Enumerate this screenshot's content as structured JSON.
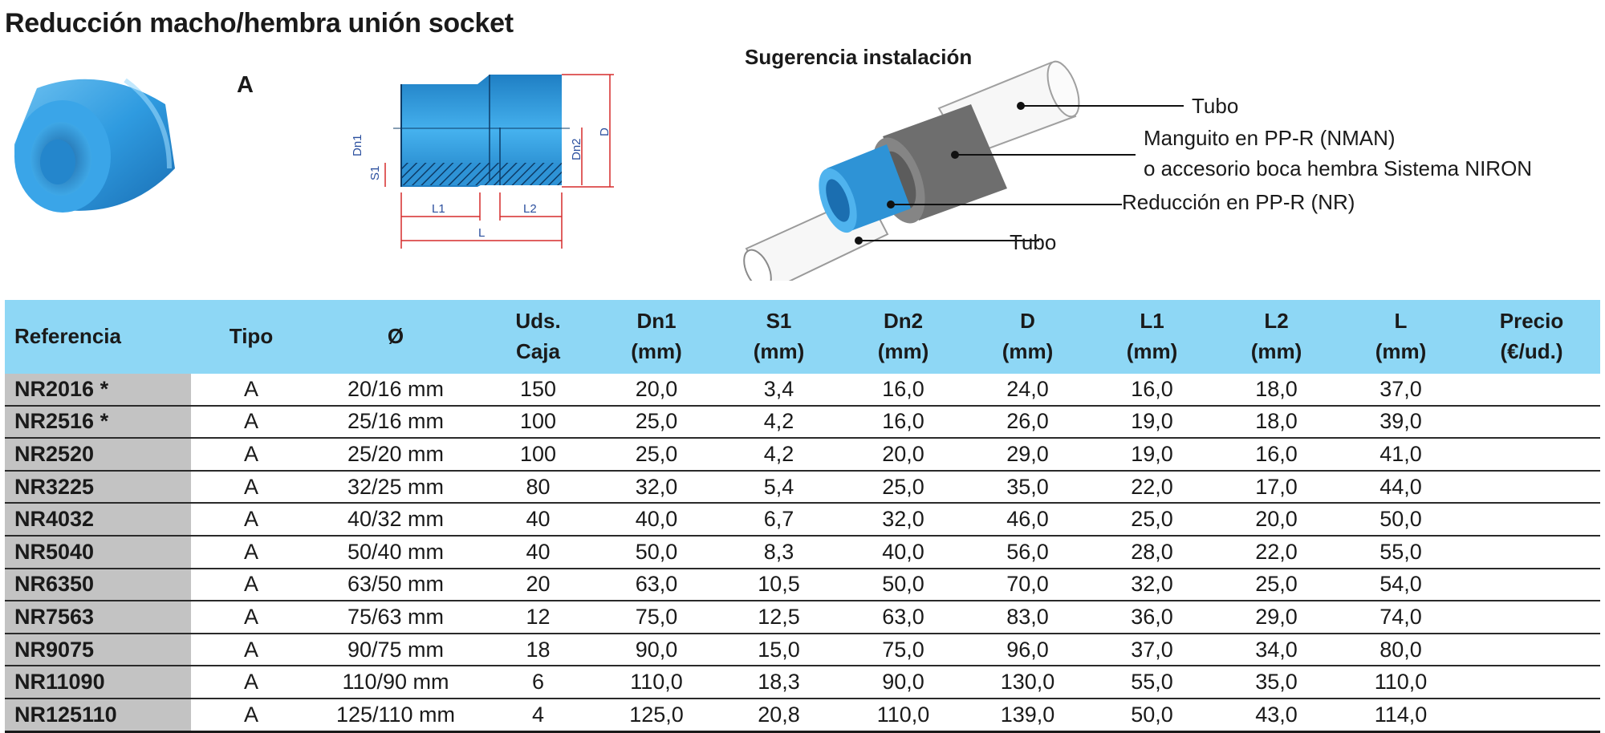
{
  "title": "Reducción macho/hembra unión socket",
  "type_label": "A",
  "drawing_labels": {
    "dn1": "Dn1",
    "s1": "S1",
    "dn2": "Dn2",
    "d": "D",
    "l1": "L1",
    "l2": "L2",
    "l": "L"
  },
  "installation": {
    "title": "Sugerencia instalación",
    "callouts": {
      "tubo_top": "Tubo",
      "manguito_line1": "Manguito en PP-R (NMAN)",
      "manguito_line2": "o accesorio boca hembra Sistema NIRON",
      "reduccion": "Reducción en PP-R (NR)",
      "tubo_bottom": "Tubo"
    }
  },
  "colors": {
    "header_bg": "#8ed7f5",
    "reference_bg": "#c3c3c3",
    "fitting_blue": "#2e93d6",
    "dimension_red": "#d62b2b"
  },
  "table": {
    "headers": [
      {
        "l1": "Referencia",
        "l2": ""
      },
      {
        "l1": "Tipo",
        "l2": ""
      },
      {
        "l1": "Ø",
        "l2": ""
      },
      {
        "l1": "Uds.",
        "l2": "Caja"
      },
      {
        "l1": "Dn1",
        "l2": "(mm)"
      },
      {
        "l1": "S1",
        "l2": "(mm)"
      },
      {
        "l1": "Dn2",
        "l2": "(mm)"
      },
      {
        "l1": "D",
        "l2": "(mm)"
      },
      {
        "l1": "L1",
        "l2": "(mm)"
      },
      {
        "l1": "L2",
        "l2": "(mm)"
      },
      {
        "l1": "L",
        "l2": "(mm)"
      },
      {
        "l1": "Precio",
        "l2": "(€/ud.)"
      }
    ],
    "rows": [
      [
        "NR2016 *",
        "A",
        "20/16 mm",
        "150",
        "20,0",
        "3,4",
        "16,0",
        "24,0",
        "16,0",
        "18,0",
        "37,0",
        ""
      ],
      [
        "NR2516 *",
        "A",
        "25/16 mm",
        "100",
        "25,0",
        "4,2",
        "16,0",
        "26,0",
        "19,0",
        "18,0",
        "39,0",
        ""
      ],
      [
        "NR2520",
        "A",
        "25/20 mm",
        "100",
        "25,0",
        "4,2",
        "20,0",
        "29,0",
        "19,0",
        "16,0",
        "41,0",
        ""
      ],
      [
        "NR3225",
        "A",
        "32/25 mm",
        "80",
        "32,0",
        "5,4",
        "25,0",
        "35,0",
        "22,0",
        "17,0",
        "44,0",
        ""
      ],
      [
        "NR4032",
        "A",
        "40/32 mm",
        "40",
        "40,0",
        "6,7",
        "32,0",
        "46,0",
        "25,0",
        "20,0",
        "50,0",
        ""
      ],
      [
        "NR5040",
        "A",
        "50/40 mm",
        "40",
        "50,0",
        "8,3",
        "40,0",
        "56,0",
        "28,0",
        "22,0",
        "55,0",
        ""
      ],
      [
        "NR6350",
        "A",
        "63/50 mm",
        "20",
        "63,0",
        "10,5",
        "50,0",
        "70,0",
        "32,0",
        "25,0",
        "54,0",
        ""
      ],
      [
        "NR7563",
        "A",
        "75/63 mm",
        "12",
        "75,0",
        "12,5",
        "63,0",
        "83,0",
        "36,0",
        "29,0",
        "74,0",
        ""
      ],
      [
        "NR9075",
        "A",
        "90/75 mm",
        "18",
        "90,0",
        "15,0",
        "75,0",
        "96,0",
        "37,0",
        "34,0",
        "80,0",
        ""
      ],
      [
        "NR11090",
        "A",
        "110/90 mm",
        "6",
        "110,0",
        "18,3",
        "90,0",
        "130,0",
        "55,0",
        "35,0",
        "110,0",
        ""
      ],
      [
        "NR125110",
        "A",
        "125/110 mm",
        "4",
        "125,0",
        "20,8",
        "110,0",
        "139,0",
        "50,0",
        "43,0",
        "114,0",
        ""
      ]
    ]
  }
}
